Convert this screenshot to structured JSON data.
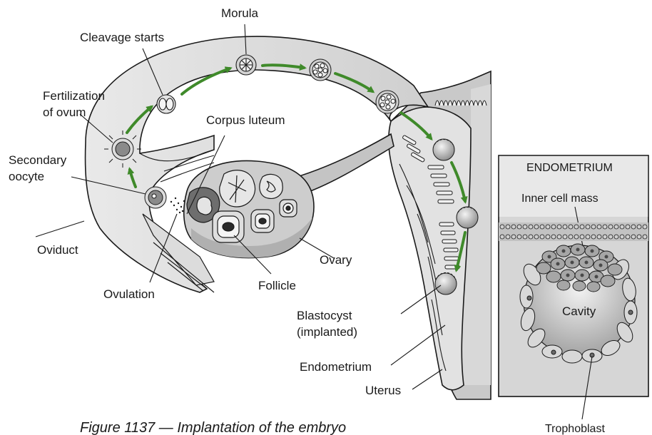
{
  "colors": {
    "arrow": "#3f8a2a",
    "tissue_light": "#ececec",
    "tissue_mid": "#c8c8c8",
    "tissue_dark": "#9a9a9a",
    "outline": "#1a1a1a"
  },
  "labels": {
    "morula": "Morula",
    "cleavage_starts": "Cleavage starts",
    "fertilization_line1": "Fertilization",
    "fertilization_line2": "of ovum",
    "corpus_luteum": "Corpus luteum",
    "secondary_oocyte_line1": "Secondary",
    "secondary_oocyte_line2": "oocyte",
    "oviduct": "Oviduct",
    "ovulation": "Ovulation",
    "follicle": "Follicle",
    "ovary": "Ovary",
    "blastocyst_line1": "Blastocyst",
    "blastocyst_line2": "(implanted)",
    "endometrium": "Endometrium",
    "uterus": "Uterus"
  },
  "inset": {
    "title": "ENDOMETRIUM",
    "inner_cell_mass": "Inner cell mass",
    "cavity": "Cavity",
    "trophoblast": "Trophoblast"
  },
  "caption": "Figure 1137 — Implantation of the embryo"
}
